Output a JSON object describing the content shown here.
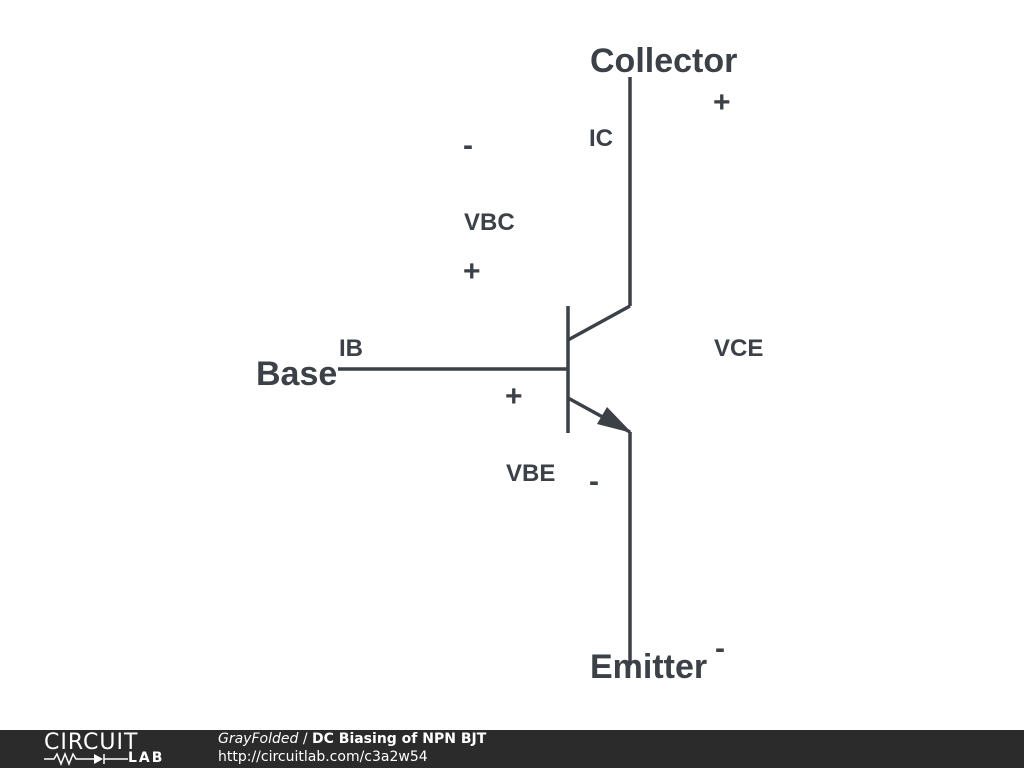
{
  "diagram": {
    "labels": {
      "collector": "Collector",
      "base": "Base",
      "emitter": "Emitter",
      "ic": "IC",
      "ib": "IB",
      "vbc": "VBC",
      "vce": "VCE",
      "vbe": "VBE"
    },
    "signs": {
      "vce_plus": "+",
      "vce_minus": "-",
      "vbc_minus": "-",
      "vbc_plus": "+",
      "vbe_plus": "+",
      "vbe_minus": "-"
    },
    "colors": {
      "stroke": "#3b4146"
    }
  },
  "footer": {
    "logo_top": "CIRCUIT",
    "logo_bottom": "LAB",
    "author": "GrayFolded",
    "separator": " / ",
    "title": "DC Biasing of NPN BJT",
    "url": "http://circuitlab.com/c3a2w54"
  }
}
